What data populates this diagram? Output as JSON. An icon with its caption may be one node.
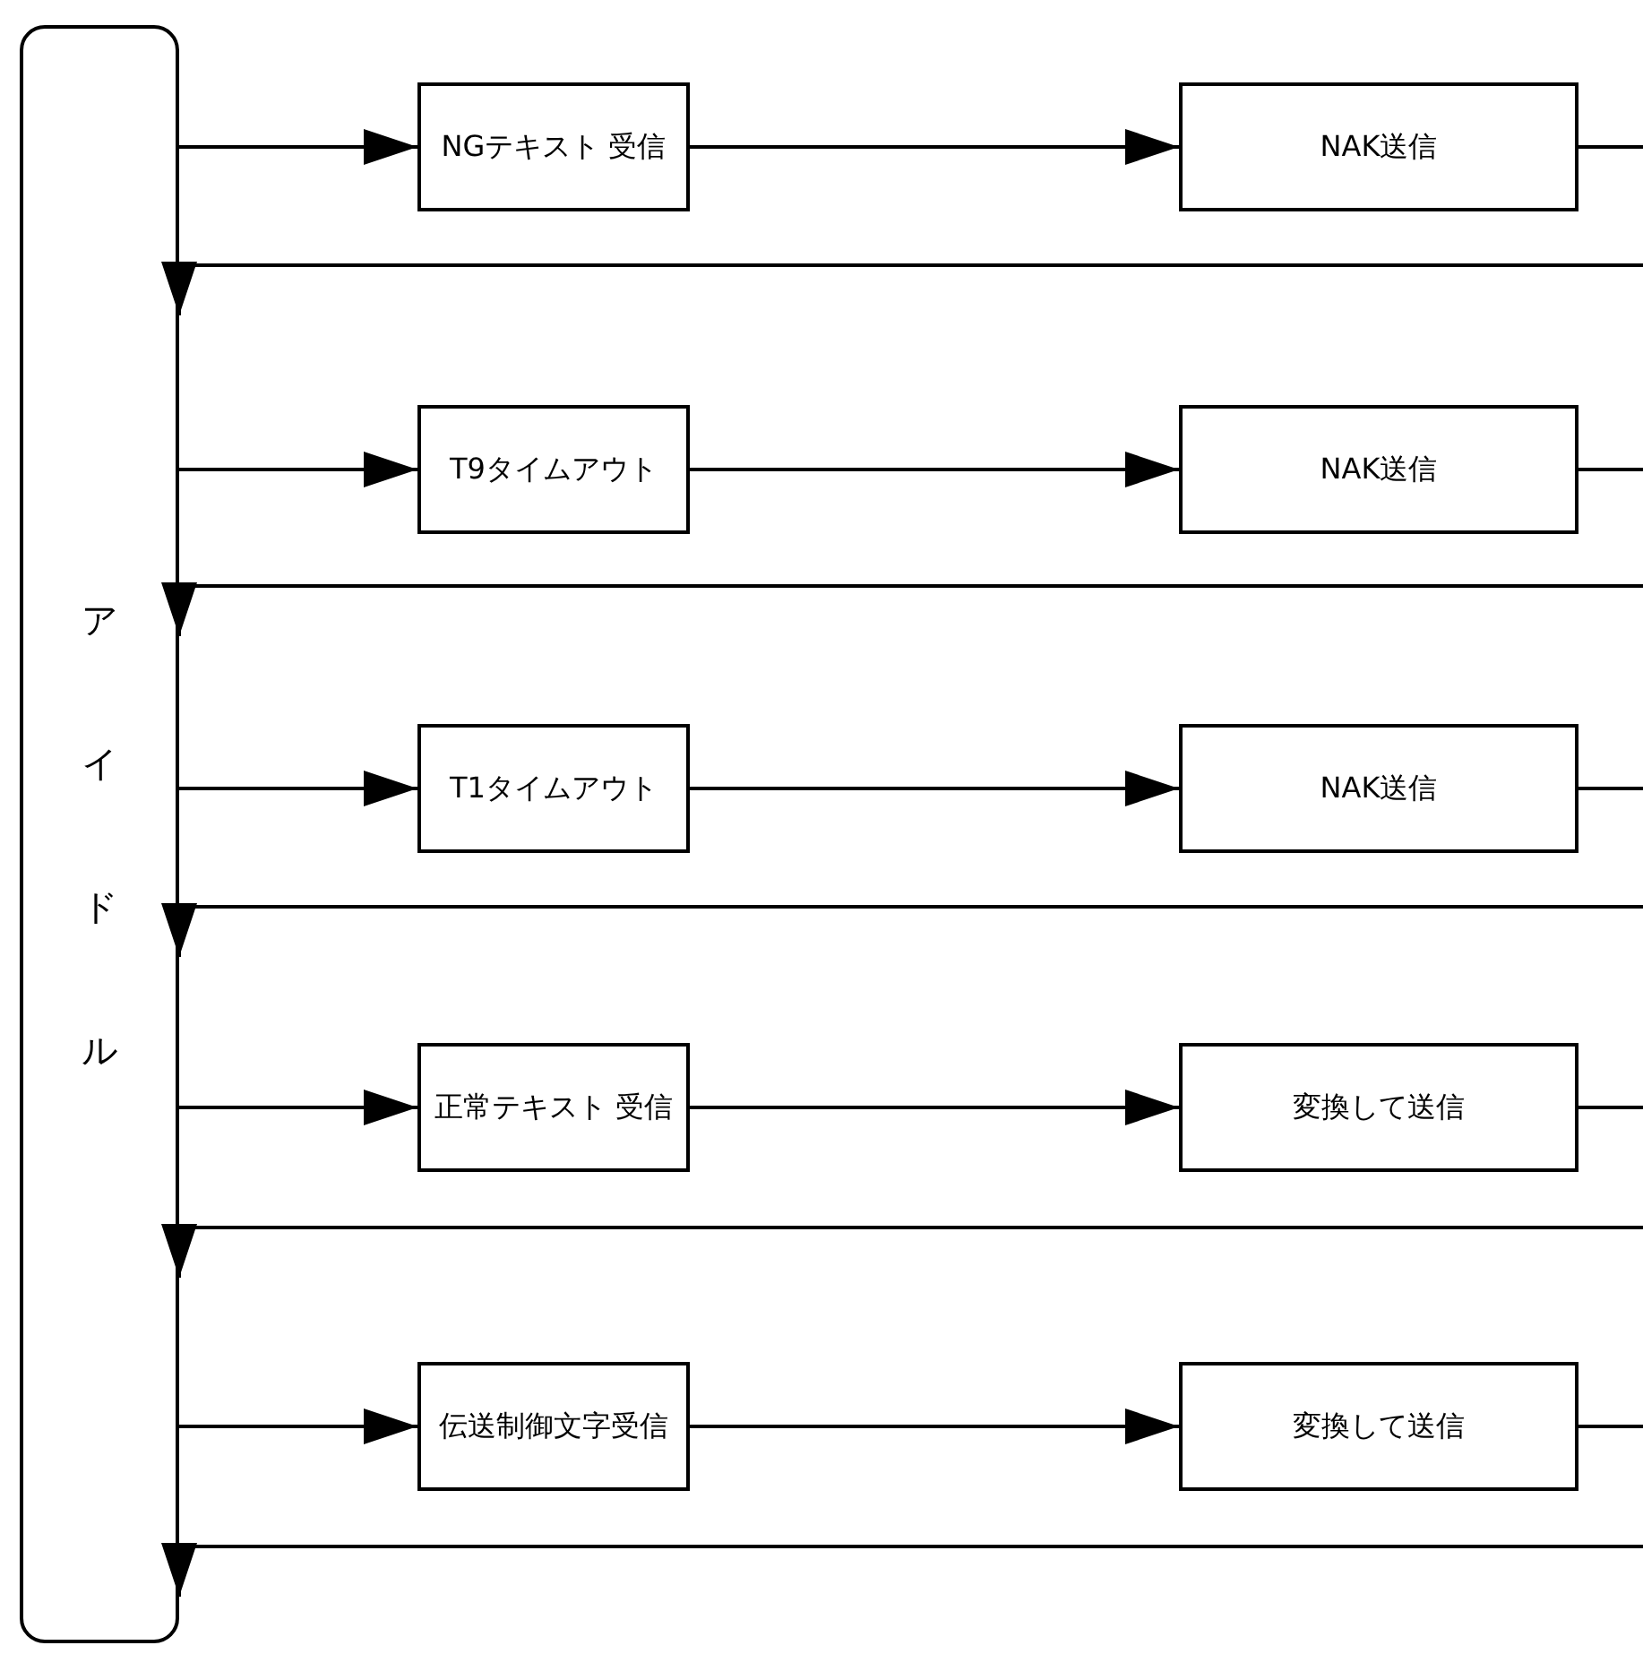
{
  "diagram": {
    "nodes": [
      {
        "text": [
          "アイドル"
        ]
      },
      {
        "text": [
          "NGテキスト 受信"
        ]
      },
      {
        "text": [
          "NAK送信"
        ]
      },
      {
        "text": [
          "T9タイムアウト"
        ]
      },
      {
        "text": [
          "NAK送信"
        ]
      },
      {
        "text": [
          "T1タイムアウト"
        ]
      },
      {
        "text": [
          "NAK送信"
        ]
      },
      {
        "text": [
          "正常テキスト 受信"
        ]
      },
      {
        "text": [
          "変換して送信"
        ]
      },
      {
        "text": [
          "伝送制御文字受信"
        ]
      },
      {
        "text": [
          "変換して送信"
        ]
      }
    ],
    "edges": [
      {
        "from": 0,
        "to": 1,
        "arrow": "to"
      },
      {
        "from": 1,
        "to": 2,
        "arrow": "to"
      },
      {
        "from": 2,
        "to": 0,
        "arrow": "to"
      },
      {
        "from": 0,
        "to": 3,
        "arrow": "to"
      },
      {
        "from": 3,
        "to": 4,
        "arrow": "to"
      },
      {
        "from": 4,
        "to": 0,
        "arrow": "to"
      },
      {
        "from": 0,
        "to": 5,
        "arrow": "to"
      },
      {
        "from": 5,
        "to": 6,
        "arrow": "to"
      },
      {
        "from": 6,
        "to": 0,
        "arrow": "to"
      },
      {
        "from": 0,
        "to": 7,
        "arrow": "to"
      },
      {
        "from": 7,
        "to": 8,
        "arrow": "to"
      },
      {
        "from": 8,
        "to": 0,
        "arrow": "to"
      },
      {
        "from": 0,
        "to": 9,
        "arrow": "to"
      },
      {
        "from": 9,
        "to": 10,
        "arrow": "to"
      },
      {
        "from": 10,
        "to": 0,
        "arrow": "to"
      }
    ]
  }
}
